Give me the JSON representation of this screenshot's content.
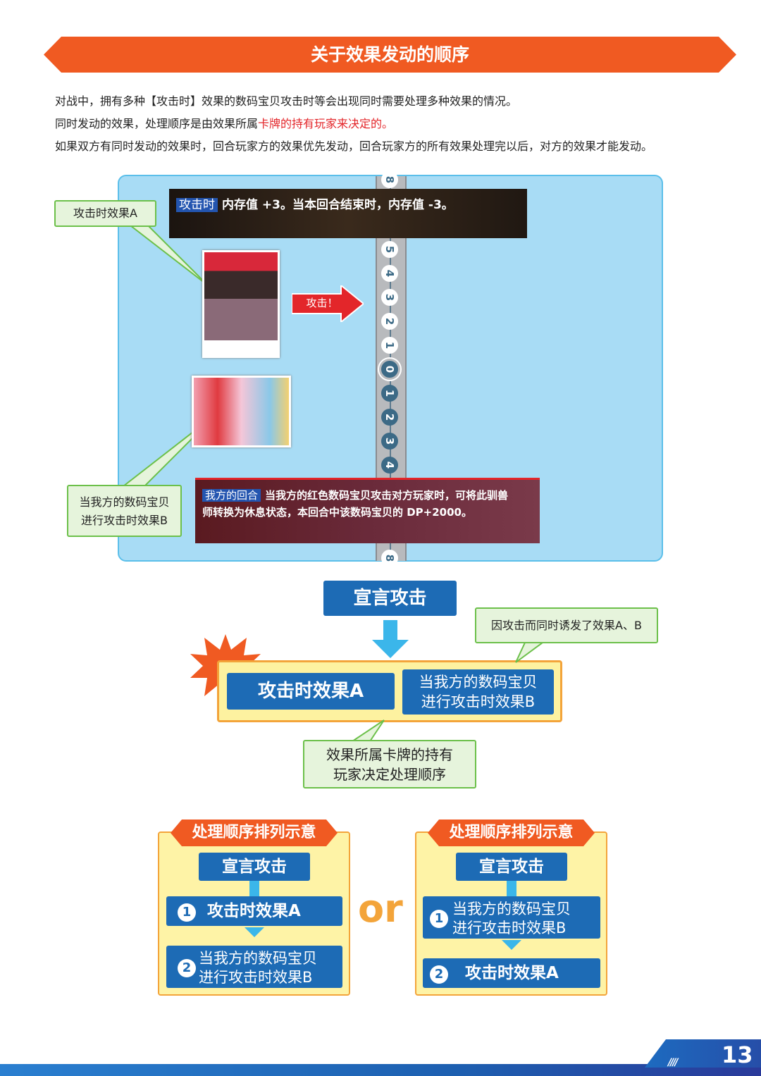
{
  "title": "关于效果发动的顺序",
  "intro": {
    "line1": "对战中，拥有多种【攻击时】效果的数码宝贝攻击时等会出现同时需要处理多种效果的情况。",
    "line2_a": "同时发动的效果，处理顺序是由效果所属",
    "line2_b": "卡牌的持有玩家来决定的。",
    "line3": "如果双方有同时发动的效果时，回合玩家方的效果优先发动，回合玩家方的所有效果处理完以后，对方的效果才能发动。"
  },
  "diagram": {
    "effect_a": {
      "tag": "攻击时",
      "text": "内存值 +3。当本回合结束时，内存值 -3。",
      "label": "攻击时效果A"
    },
    "effect_b": {
      "tag": "我方的回合",
      "text1": "当我方的红色数码宝贝攻击对方玩家时，可将此驯兽",
      "text2": "师转换为休息状态，本回合中该数码宝贝的 DP+2000。",
      "label1": "当我方的数码宝贝",
      "label2": "进行攻击时效果B"
    },
    "attack_label": "攻击！",
    "gauge": [
      "8",
      "5",
      "4",
      "3",
      "2",
      "1",
      "0",
      "1",
      "2",
      "3",
      "4",
      "8"
    ]
  },
  "flow": {
    "declare": "宣言攻击",
    "trigger_note": "因攻击而同时诱发了效果A、B",
    "effect_a": "攻击时效果A",
    "effect_b1": "当我方的数码宝贝",
    "effect_b2": "进行攻击时效果B",
    "decide_1": "效果所属卡牌的持有",
    "decide_2": "玩家决定处理顺序"
  },
  "examples": [
    {
      "title": "处理顺序排列示意",
      "declare": "宣言攻击",
      "n1": "1",
      "step1": "攻击时效果A",
      "n2": "2",
      "step2a": "当我方的数码宝贝",
      "step2b": "进行攻击时效果B"
    },
    {
      "title": "处理顺序排列示意",
      "declare": "宣言攻击",
      "n1": "1",
      "step1a": "当我方的数码宝贝",
      "step1b": "进行攻击时效果B",
      "n2": "2",
      "step2": "攻击时效果A"
    }
  ],
  "or": "or",
  "page_number": "13"
}
